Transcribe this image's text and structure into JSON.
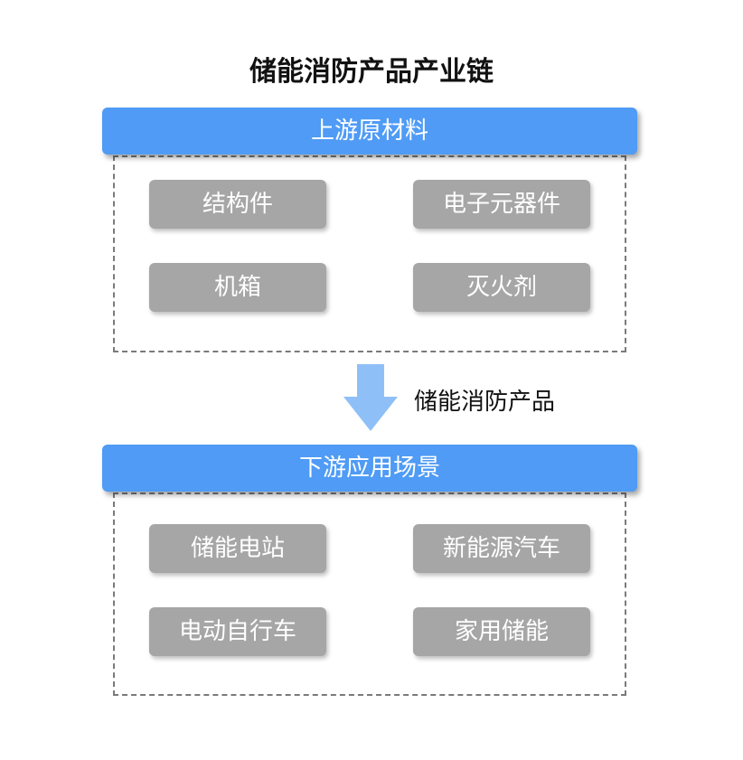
{
  "title": "储能消防产品产业链",
  "upstream": {
    "header": "上游原材料",
    "items": [
      "结构件",
      "电子元器件",
      "机箱",
      "灭火剂"
    ]
  },
  "flow": {
    "label": "储能消防产品",
    "arrow_color": "#8ec0f7"
  },
  "downstream": {
    "header": "下游应用场景",
    "items": [
      "储能电站",
      "新能源汽车",
      "电动自行车",
      "家用储能"
    ]
  },
  "colors": {
    "header_bg": "#4f9bf5",
    "item_bg": "#a6a6a6",
    "text_on_fill": "#ffffff"
  }
}
